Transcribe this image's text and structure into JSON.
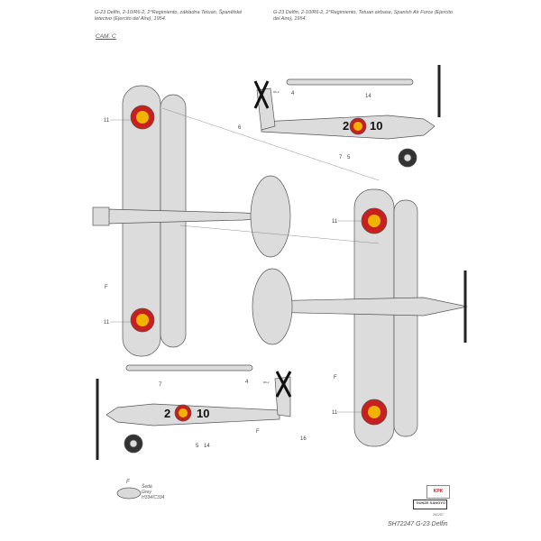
{
  "captions": {
    "czech": "G-23 Delfin, 2-10/R6-2, 2°Regimiento, základna Tetuan, Španělské letectvo (Ejercito del Aire), 1954.",
    "english": "G-23 Delfin, 2-10/R6-2, 2°Regimiento, Tetuan airbase, Spanish Air Force (Ejercito del Aire), 1954."
  },
  "camouflage_label": "CAM. C",
  "markings": {
    "code_left": "2",
    "code_right": "10",
    "fin_code": "R6-2"
  },
  "callouts": {
    "c11": "11",
    "cF": "F",
    "c4": "4",
    "c6": "6",
    "c7": "7",
    "c5": "5",
    "c14": "14",
    "c16": "16"
  },
  "legend": {
    "code": "F",
    "name_cz": "Šedá",
    "name_en": "Grey",
    "paint": "H334/C334"
  },
  "footer": {
    "small_code": "201207",
    "product": "SH72247 G-23 Delfin",
    "brand1": "KPK",
    "brand2": "GUNZE SANGYO"
  },
  "colors": {
    "grey": "#d9d9d9",
    "red": "#c8201e",
    "yellow": "#f0b400",
    "outline": "#555555"
  }
}
